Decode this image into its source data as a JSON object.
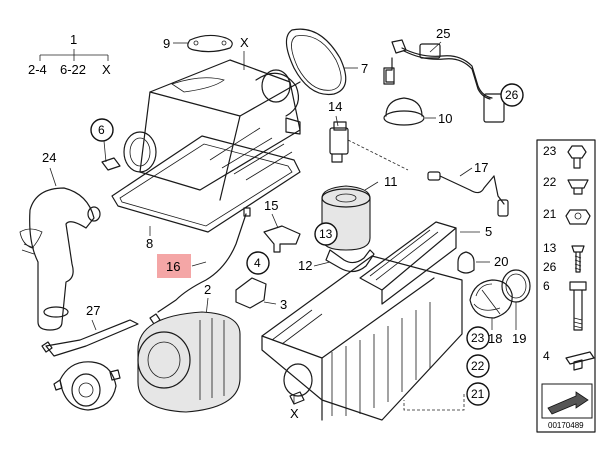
{
  "legend": {
    "top_number": "1",
    "row": [
      "2-4",
      "6-22",
      "X"
    ]
  },
  "callouts": {
    "c2": "2",
    "c3": "3",
    "c4": "4",
    "c5": "5",
    "c6": "6",
    "c7": "7",
    "c8": "8",
    "c9": "9",
    "c10": "10",
    "c11": "11",
    "c12": "12",
    "c13": "13",
    "c14": "14",
    "c15": "15",
    "c16": "16",
    "c17": "17",
    "c18": "18",
    "c19": "19",
    "c20": "20",
    "c21": "21",
    "c22": "22",
    "c23": "23",
    "c24": "24",
    "c25": "25",
    "c26": "26",
    "c27": "27",
    "x_top": "X",
    "x_bottom": "X"
  },
  "highlight_color": "#f4a6a6",
  "sidebar": {
    "items": [
      "23",
      "22",
      "21",
      "13",
      "26",
      "6",
      "4"
    ]
  },
  "diagram_id": "00170489"
}
